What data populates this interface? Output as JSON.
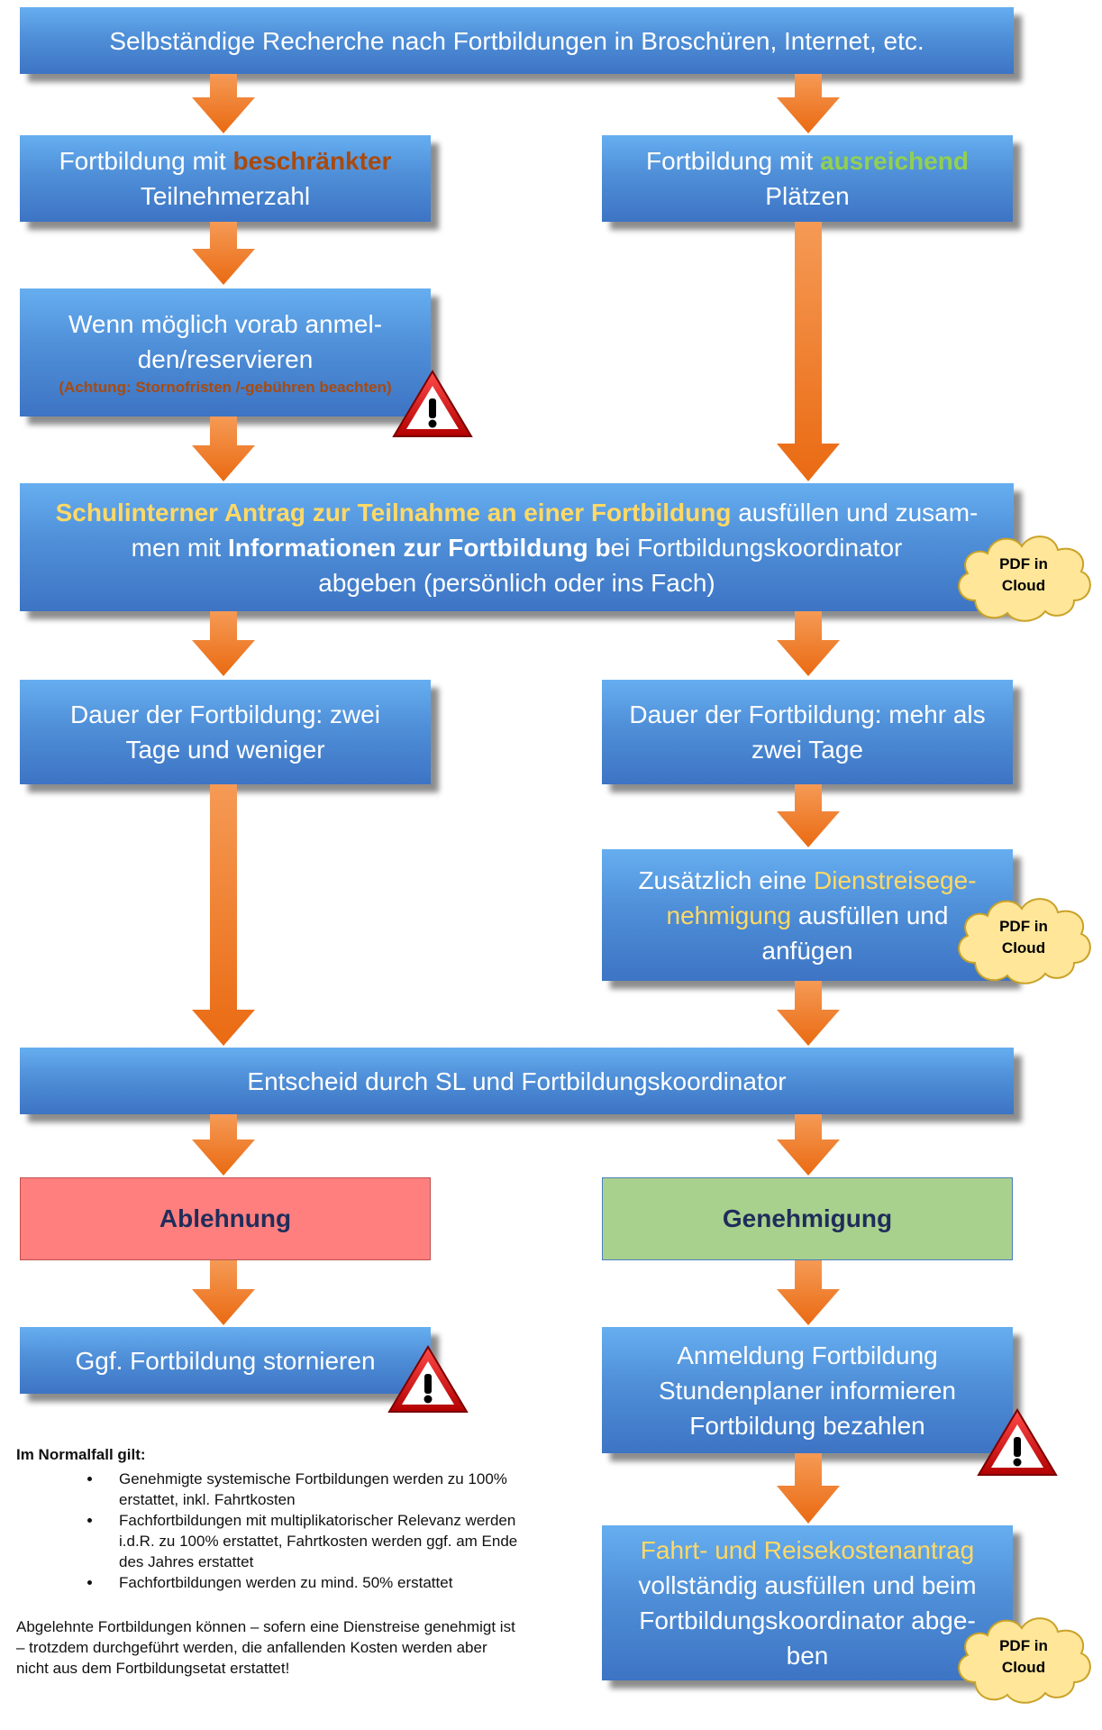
{
  "step1": {
    "text": "Selbständige Recherche nach Fortbildungen in Broschüren, Internet, etc."
  },
  "left_limited": {
    "pre": "Fortbildung mit ",
    "highlight": "beschränkter",
    "post": "Teilnehmerzahl"
  },
  "right_sufficient": {
    "pre": "Fortbildung mit ",
    "highlight": "ausreichend",
    "post": "Plätzen"
  },
  "reserve": {
    "line1": "Wenn möglich vorab anmel-",
    "line2": "den/reservieren",
    "warning": "(Achtung: Stornofristen /-gebühren beachten)"
  },
  "antrag": {
    "highlight": "Schulinterner Antrag zur Teilnahme an einer Fortbildung",
    "text1": " ausfüllen und zusam-",
    "text2a": "men mit ",
    "bold2": "Informationen zur Fortbildung b",
    "text2b": "ei Fortbildungskoordinator",
    "text3": "abgeben (persönlich oder ins Fach)"
  },
  "cloud_label_line1": "PDF in",
  "cloud_label_line2": "Cloud",
  "duration_short": {
    "line1": "Dauer der Fortbildung: zwei",
    "line2": "Tage und weniger"
  },
  "duration_long": {
    "line1": "Dauer der Fortbildung: mehr als",
    "line2": "zwei Tage"
  },
  "dienstreise": {
    "pre": "Zusätzlich eine ",
    "highlight1": "Dienstreisege-",
    "highlight2": "nehmigung",
    "post2": " ausfüllen und",
    "line3": "anfügen"
  },
  "decision": {
    "text": "Entscheid durch SL und Fortbildungskoordinator"
  },
  "reject": {
    "text": "Ablehnung",
    "color": "#ff7f7f"
  },
  "approve": {
    "text": "Genehmigung",
    "color": "#a9d18e"
  },
  "cancel": {
    "text": "Ggf. Fortbildung stornieren"
  },
  "register": {
    "line1": "Anmeldung Fortbildung",
    "line2": "Stundenplaner informieren",
    "line3": "Fortbildung bezahlen"
  },
  "travel": {
    "highlight": "Fahrt- und Reisekostenantrag",
    "line2": "vollständig ausfüllen und beim",
    "line3": "Fortbildungskoordinator abge-",
    "line4": "ben"
  },
  "notes": {
    "heading": "Im Normalfall gilt:",
    "items": [
      "Genehmigte systemische Fortbildungen werden zu 100% erstattet, inkl. Fahrtkosten",
      "Fachfortbildungen mit multiplikatorischer Relevanz werden i.d.R. zu 100% erstattet, Fahrtkosten werden ggf. am Ende des Jahres erstattet",
      "Fachfortbildungen werden zu mind. 50% erstattet"
    ],
    "footer": "Abgelehnte Fortbildungen können – sofern eine Dienstreise genehmigt ist – trotzdem durchgeführt werden, die anfallenden Kosten werden aber nicht aus dem Fortbildungsetat erstattet!"
  },
  "colors": {
    "box_blue": "#4f8fd8",
    "arrow_orange": "#f07f23",
    "warning_red": "#cc0000",
    "cloud_yellow": "#ffe699"
  }
}
